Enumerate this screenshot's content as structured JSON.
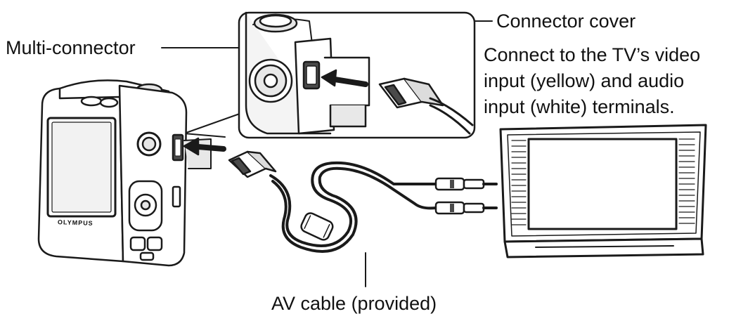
{
  "labels": {
    "connector_cover": "Connector cover",
    "multi_connector": "Multi-connector",
    "tv_note": [
      "Connect to the TV’s video",
      "input (yellow) and audio",
      "input (white) terminals."
    ],
    "av_cable": "AV cable (provided)",
    "camera_brand": "OLYMPUS"
  },
  "colors": {
    "line": "#1a1a1a",
    "fill": "#ffffff",
    "shade": "#d9d9d9",
    "dark": "#4a4a4a"
  }
}
